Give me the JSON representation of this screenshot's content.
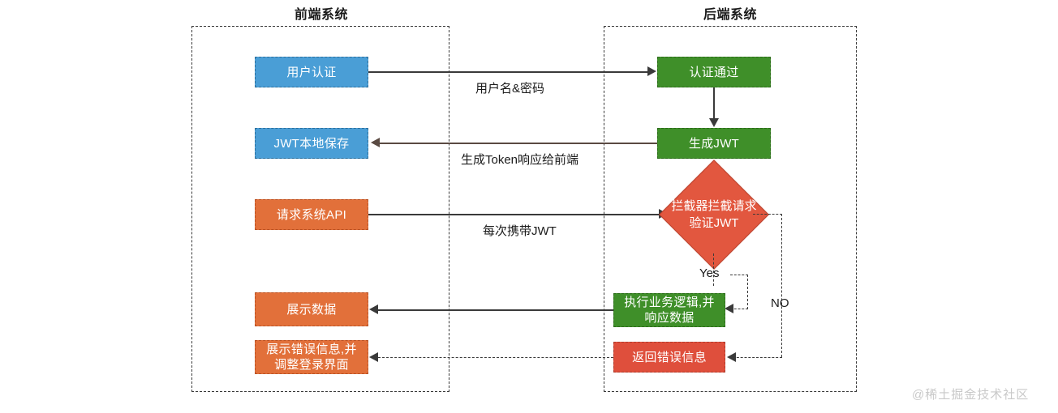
{
  "lanes": [
    {
      "id": "frontend",
      "title": "前端系统"
    },
    {
      "id": "backend",
      "title": "后端系统"
    }
  ],
  "nodes": {
    "user_auth": {
      "label": "用户认证",
      "color": "#4a9ed6"
    },
    "jwt_store": {
      "label": "JWT本地保存",
      "color": "#4a9ed6"
    },
    "request_api": {
      "label": "请求系统API",
      "color": "#e2703a"
    },
    "show_data": {
      "label": "展示数据",
      "color": "#e2703a"
    },
    "show_error": {
      "label": "展示错误信息,并\n调整登录界面",
      "color": "#e2703a"
    },
    "auth_pass": {
      "label": "认证通过",
      "color": "#3f8f29"
    },
    "gen_jwt": {
      "label": "生成JWT",
      "color": "#3f8f29"
    },
    "interceptor": {
      "label": "拦截器拦截请求\n验证JWT",
      "color": "#e2573f"
    },
    "business_logic": {
      "label": "执行业务逻辑,并\n响应数据",
      "color": "#3f8f29"
    },
    "return_error": {
      "label": "返回错误信息",
      "color": "#df4f3c"
    }
  },
  "edges": {
    "credentials": "用户名&密码",
    "token_resp": "生成Token响应给前端",
    "carry_jwt": "每次携带JWT",
    "branch_yes": "Yes",
    "branch_no": "NO"
  },
  "watermark": {
    "text": "@稀土掘金技术社区"
  },
  "colors": {
    "blue": "#4a9ed6",
    "green": "#3f8f29",
    "orange": "#e2703a",
    "red": "#df4f3c",
    "diamond": "#e2573f",
    "line": "#3a3a3a"
  }
}
